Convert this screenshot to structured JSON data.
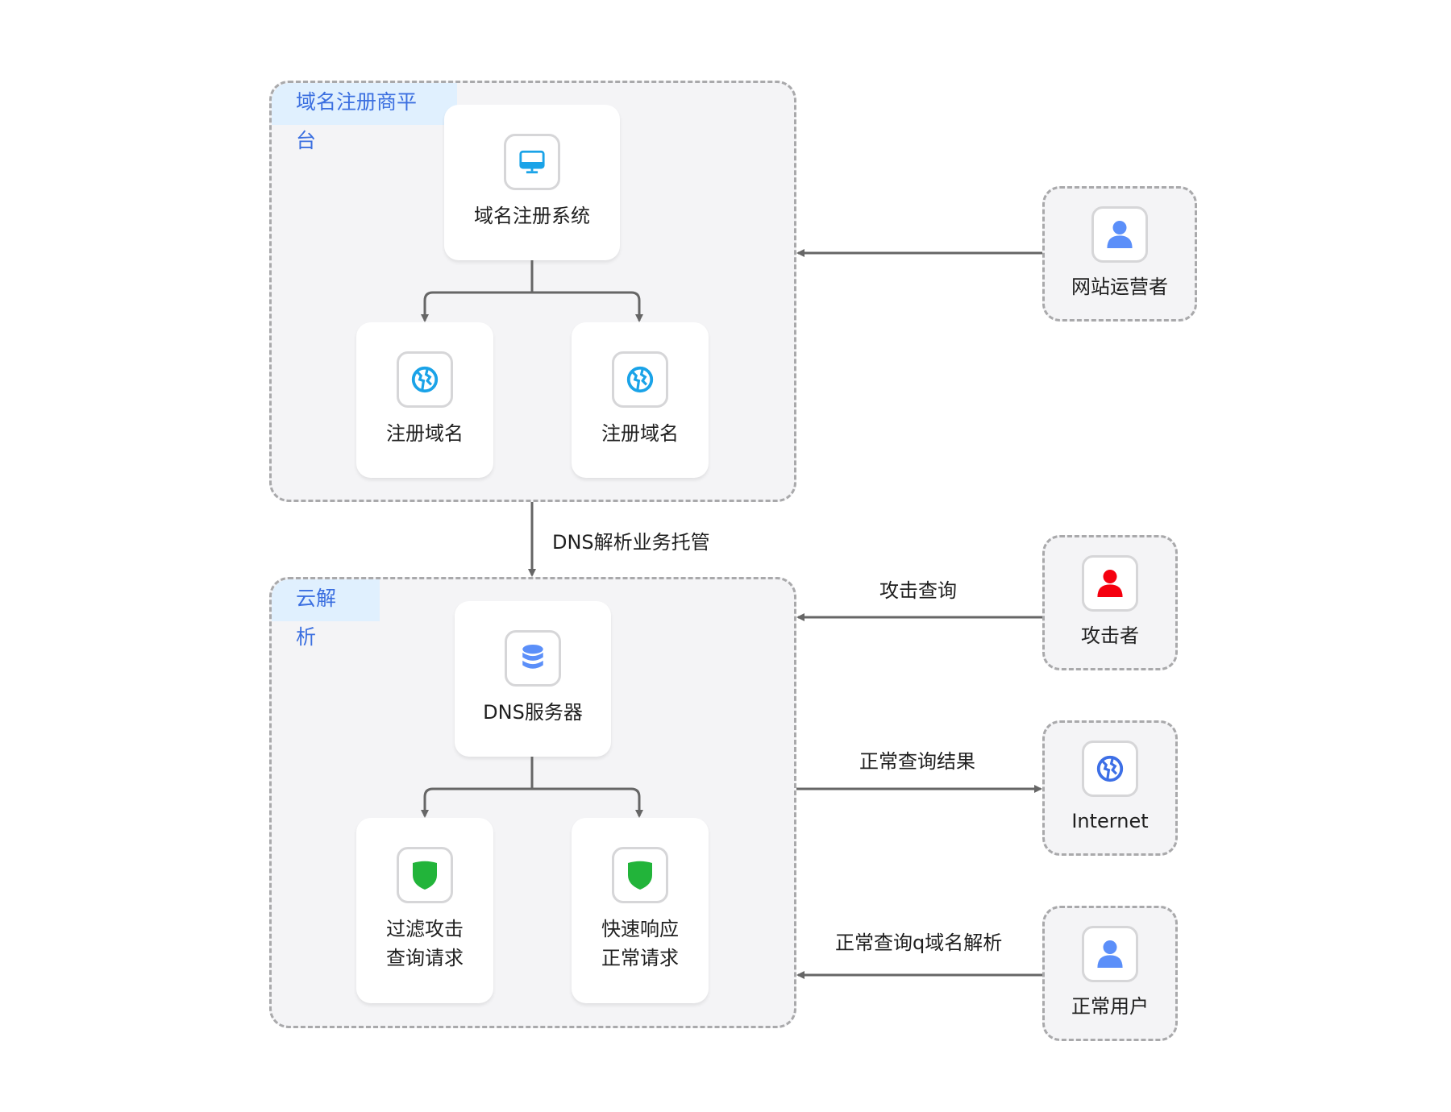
{
  "groups": {
    "registrar": {
      "label": "域名注册商平台",
      "system": {
        "label": "域名注册系统",
        "icon": "monitor-icon"
      },
      "domains": [
        {
          "label": "注册域名",
          "icon": "globe-icon"
        },
        {
          "label": "注册域名",
          "icon": "globe-icon"
        }
      ]
    },
    "cloud_dns": {
      "label": "云解析",
      "server": {
        "label": "DNS服务器",
        "icon": "database-icon"
      },
      "features": [
        {
          "line1": "过滤攻击",
          "line2": "查询请求",
          "icon": "shield-icon"
        },
        {
          "line1": "快速响应",
          "line2": "正常请求",
          "icon": "shield-icon"
        }
      ]
    }
  },
  "actors": [
    {
      "id": "operator",
      "label": "网站运营者",
      "icon": "user-icon",
      "color": "#5b8ff9"
    },
    {
      "id": "attacker",
      "label": "攻击者",
      "icon": "user-icon",
      "color": "#f5000f"
    },
    {
      "id": "internet",
      "label": "Internet",
      "icon": "globe-icon",
      "color": "#3d6fe6"
    },
    {
      "id": "user",
      "label": "正常用户",
      "icon": "user-icon",
      "color": "#5b8ff9"
    }
  ],
  "edges": {
    "hosting": "DNS解析业务托管",
    "attack_query": "攻击查询",
    "normal_result": "正常查询结果",
    "normal_query": "正常查询q域名解析"
  },
  "colors": {
    "group_label_text": "#3b6fe0",
    "globe_cyan": "#1aa3e8",
    "shield_green": "#22b43a",
    "db_blue": "#5b8ff9",
    "edge": "#666666"
  }
}
